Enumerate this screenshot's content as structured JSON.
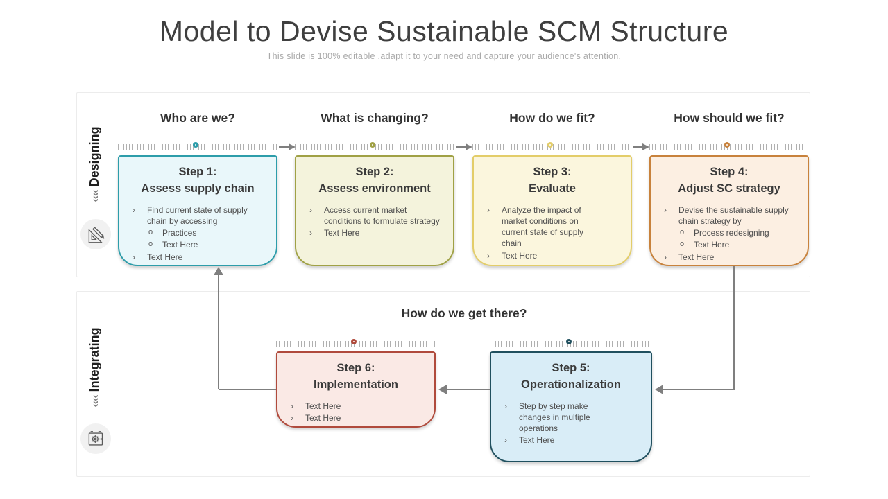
{
  "slide": {
    "title": "Model to Devise Sustainable SCM Structure",
    "subtitle": "This slide is 100% editable .adapt it to your need and capture your audience's attention."
  },
  "designing": {
    "label": "Designing",
    "chevrons": "‹‹‹‹",
    "icon": "set-square-pencil-icon"
  },
  "integrating": {
    "label": "Integrating",
    "chevrons": "‹‹‹‹",
    "icon": "gear-document-icon"
  },
  "questions": [
    "Who are we?",
    "What is changing?",
    "How do we fit?",
    "How should we fit?"
  ],
  "bottom_question": "How do we get there?",
  "steps": [
    {
      "title1": "Step 1:",
      "title2": "Assess supply chain",
      "color": {
        "border": "#2d9daa",
        "bg": "#e9f7fa"
      },
      "bullets": [
        {
          "marker": "›",
          "text": "Find current state of supply chain by accessing"
        },
        {
          "marker": "o",
          "text": "Practices"
        },
        {
          "marker": "o",
          "text": "Text Here"
        },
        {
          "marker": "›",
          "text": "Text Here"
        }
      ]
    },
    {
      "title1": "Step 2:",
      "title2": "Assess environment",
      "color": {
        "border": "#a0a145",
        "bg": "#f4f3dc"
      },
      "bullets": [
        {
          "marker": "›",
          "text": "Access current market conditions to formulate  strategy"
        },
        {
          "marker": "›",
          "text": "Text Here"
        }
      ]
    },
    {
      "title1": "Step 3:",
      "title2": "Evaluate",
      "color": {
        "border": "#e3cd69",
        "bg": "#fbf6dd"
      },
      "bullets": [
        {
          "marker": "›",
          "text": "Analyze the impact of market conditions on current state of supply chain"
        },
        {
          "marker": "›",
          "text": "Text Here"
        }
      ]
    },
    {
      "title1": "Step 4:",
      "title2": "Adjust SC strategy",
      "color": {
        "border": "#c8823c",
        "bg": "#fcefe2"
      },
      "bullets": [
        {
          "marker": "›",
          "text": "Devise the sustainable supply chain strategy by"
        },
        {
          "marker": "o",
          "text": "Process redesigning"
        },
        {
          "marker": "o",
          "text": "Text Here"
        },
        {
          "marker": "›",
          "text": "Text Here"
        }
      ]
    },
    {
      "title1": "Step 5:",
      "title2": "Operationalization",
      "color": {
        "border": "#20505f",
        "bg": "#d9edf7"
      },
      "bullets": [
        {
          "marker": "›",
          "text": "Step by step make changes in multiple operations"
        },
        {
          "marker": "›",
          "text": "Text Here"
        }
      ]
    },
    {
      "title1": "Step 6:",
      "title2": "Implementation",
      "color": {
        "border": "#b04a3c",
        "bg": "#fae9e5"
      },
      "bullets": [
        {
          "marker": "›",
          "text": "Text Here"
        },
        {
          "marker": "›",
          "text": "Text Here"
        }
      ]
    }
  ],
  "colors": {
    "arrow": "#7f7f7f",
    "tick": "#b0b0b0",
    "panel_border": "#ececec",
    "title_text": "#3f3f3f",
    "subtitle_text": "#a9a9a9"
  }
}
